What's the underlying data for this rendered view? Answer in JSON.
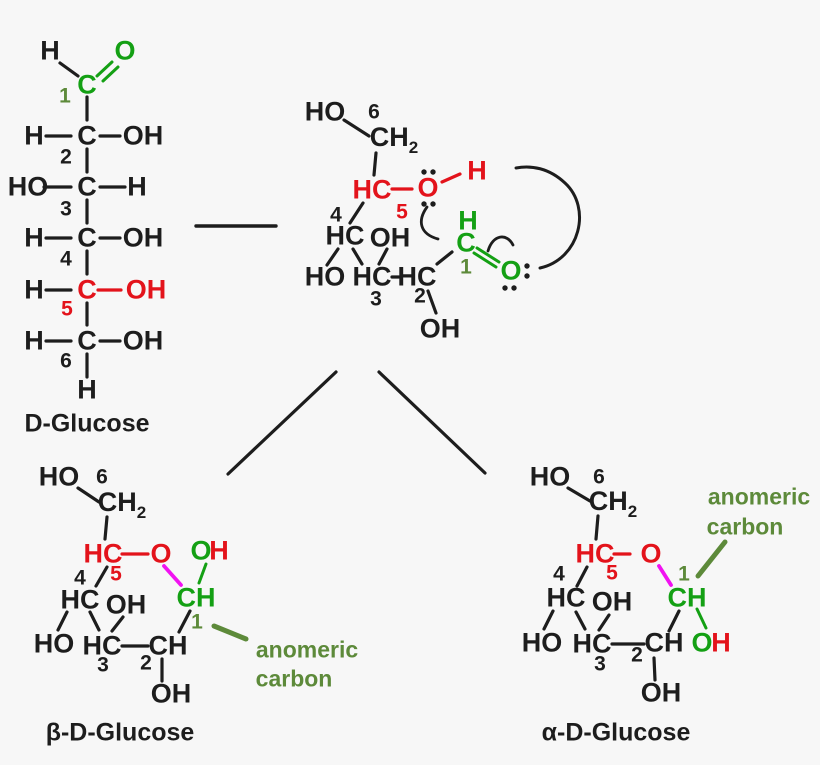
{
  "colors": {
    "black": "#1d1d1d",
    "red": "#e3131b",
    "green": "#14a014",
    "olive": "#5d8a3a",
    "magenta": "#f112f1",
    "background": "#f7f7f7"
  },
  "t": {
    "H": "H",
    "C": "C",
    "O": "O",
    "OH": "OH",
    "HO": "HO",
    "HC": "HC",
    "CH": "CH",
    "n1": "1",
    "n2": "2",
    "n3": "3",
    "n4": "4",
    "n5": "5",
    "n6": "6",
    "sub2": "2"
  },
  "labels": {
    "fischer": "D-Glucose",
    "beta": "β-D-Glucose",
    "alpha": "α-D-Glucose",
    "anomeric_line1": "anomeric",
    "anomeric_line2": "carbon"
  }
}
